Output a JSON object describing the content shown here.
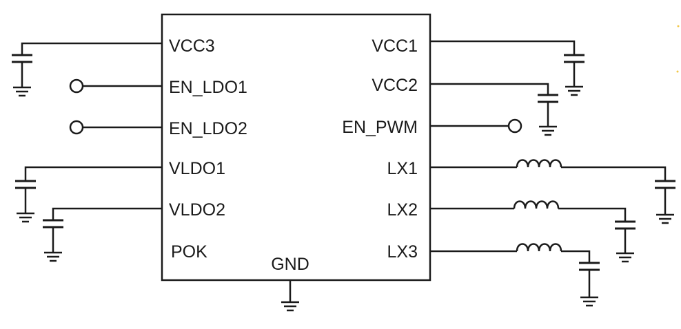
{
  "chip": {
    "left_pins": [
      "VCC3",
      "EN_LDO1",
      "EN_LDO2",
      "VLDO1",
      "VLDO2",
      "POK"
    ],
    "right_pins": [
      "VCC1",
      "VCC2",
      "EN_PWM",
      "LX1",
      "LX2",
      "LX3"
    ],
    "bottom_pin": "GND"
  },
  "colors": {
    "line": "#1a1a1a",
    "background": "#ffffff"
  }
}
